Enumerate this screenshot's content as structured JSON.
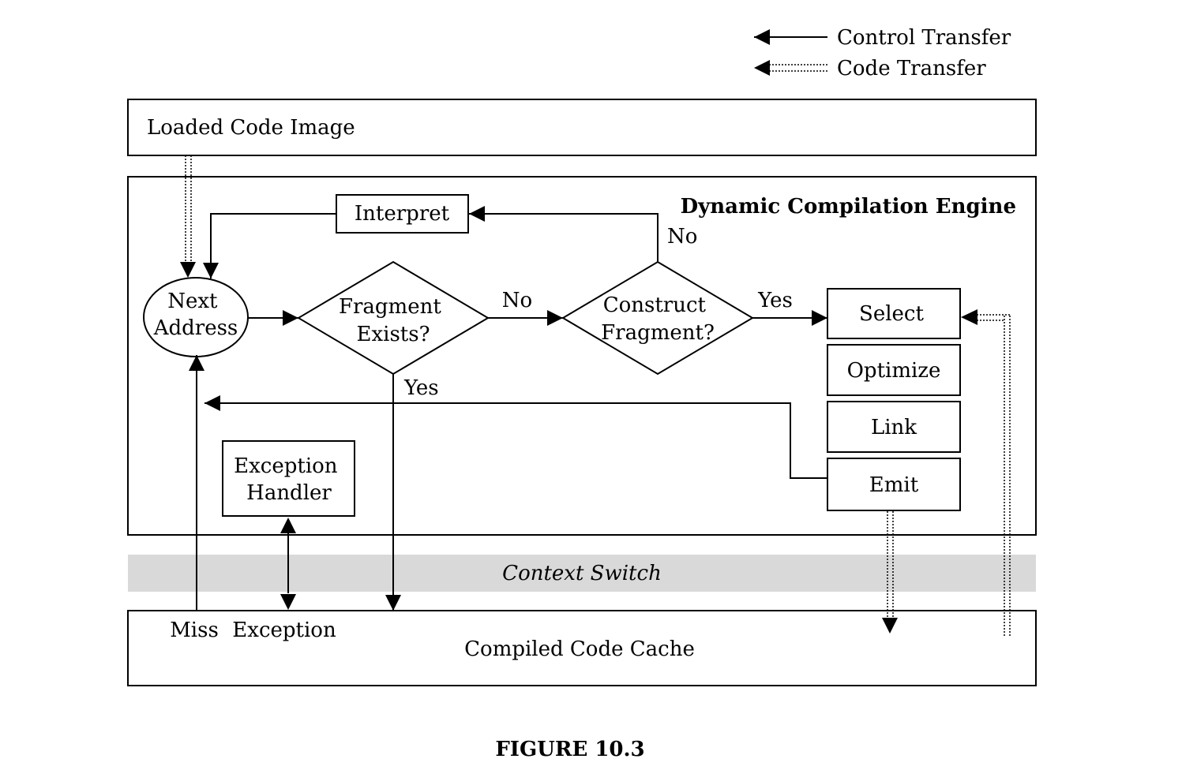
{
  "legend": {
    "control_transfer": "Control Transfer",
    "code_transfer": "Code Transfer"
  },
  "blocks": {
    "loaded_code_image": "Loaded Code Image",
    "engine_title": "Dynamic Compilation Engine",
    "interpret": "Interpret",
    "next_address": [
      "Next",
      "Address"
    ],
    "fragment_exists": [
      "Fragment",
      "Exists?"
    ],
    "construct_fragment": [
      "Construct",
      "Fragment?"
    ],
    "select": "Select",
    "optimize": "Optimize",
    "link": "Link",
    "emit": "Emit",
    "exception_handler": [
      "Exception",
      "Handler"
    ],
    "context_switch": "Context Switch",
    "compiled_code_cache": "Compiled Code Cache"
  },
  "edge_labels": {
    "no_fragment": "No",
    "no_construct": "No",
    "yes_construct": "Yes",
    "yes_fragment": "Yes",
    "miss": "Miss",
    "exception": "Exception"
  },
  "caption": "FIGURE 10.3",
  "colors": {
    "context_switch_band": "#d9d9d9",
    "stroke": "#000000"
  }
}
